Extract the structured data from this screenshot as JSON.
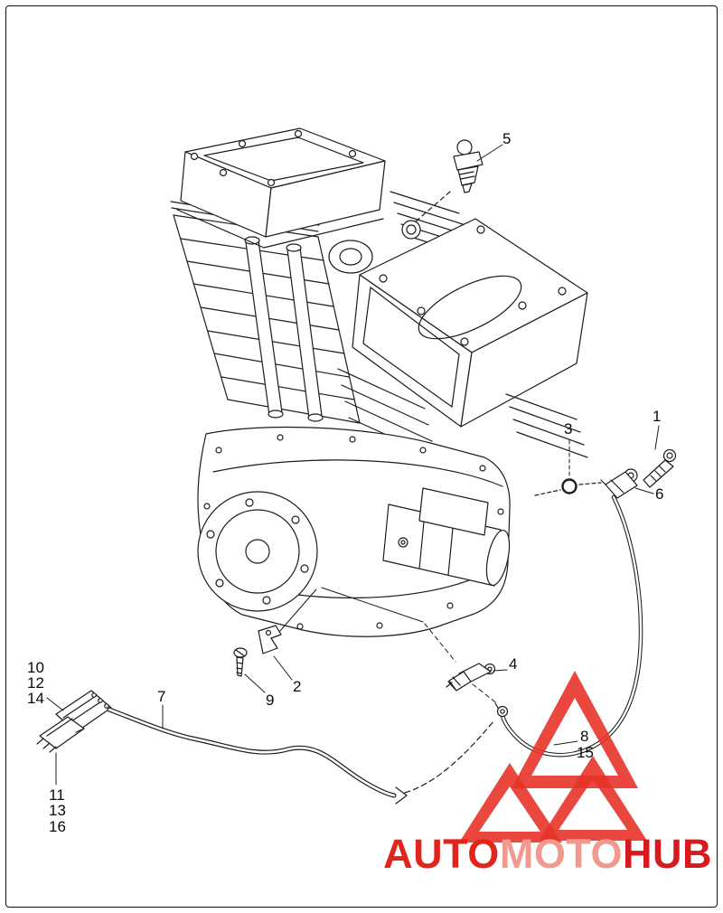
{
  "diagram": {
    "callouts": {
      "c1": {
        "label": "1"
      },
      "c2": {
        "label": "2"
      },
      "c3": {
        "label": "3"
      },
      "c4": {
        "label": "4"
      },
      "c5": {
        "label": "5"
      },
      "c6": {
        "label": "6"
      },
      "c7": {
        "label": "7"
      },
      "c8": {
        "label": "8"
      },
      "c9": {
        "label": "9"
      },
      "c10": {
        "label": "10"
      },
      "c11": {
        "label": "11"
      },
      "c12": {
        "label": "12"
      },
      "c13": {
        "label": "13"
      },
      "c14": {
        "label": "14"
      },
      "c15": {
        "label": "15"
      },
      "c16": {
        "label": "16"
      }
    }
  },
  "watermark": {
    "segments": [
      {
        "text": "AUTO",
        "color": "#e2241b"
      },
      {
        "text": "MOTO",
        "color": "#f0998f"
      },
      {
        "text": "HUB",
        "color": "#d81a1f"
      }
    ],
    "triangle_color": "#e8332a"
  }
}
